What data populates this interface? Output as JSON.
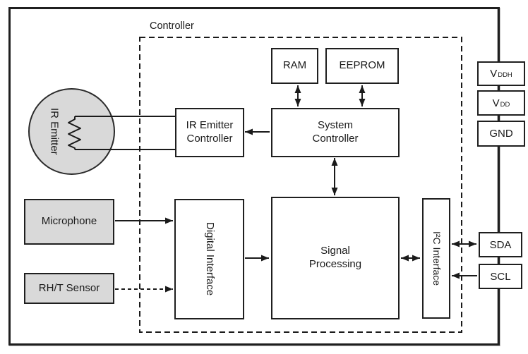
{
  "diagram": {
    "controller_group_label": "Controller",
    "blocks": {
      "ram": "RAM",
      "eeprom": "EEPROM",
      "system_controller": "System Controller",
      "ir_emitter_controller": "IR Emitter Controller",
      "digital_interface": "Digital Interface",
      "signal_processing": "Signal Processing",
      "i2c_interface": "I²C Interface",
      "microphone": "Microphone",
      "rht_sensor": "RH/T Sensor",
      "ir_emitter": "IR Emitter"
    },
    "pins": [
      {
        "name": "V",
        "sub": "DDH"
      },
      {
        "name": "V",
        "sub": "DD"
      },
      {
        "name": "GND",
        "sub": ""
      },
      {
        "name": "SDA",
        "sub": ""
      },
      {
        "name": "SCL",
        "sub": ""
      }
    ],
    "colors": {
      "line": "#1a1a1a",
      "sensor_fill": "#d9d9d9",
      "block_fill": "#ffffff",
      "background": "#ffffff"
    }
  }
}
